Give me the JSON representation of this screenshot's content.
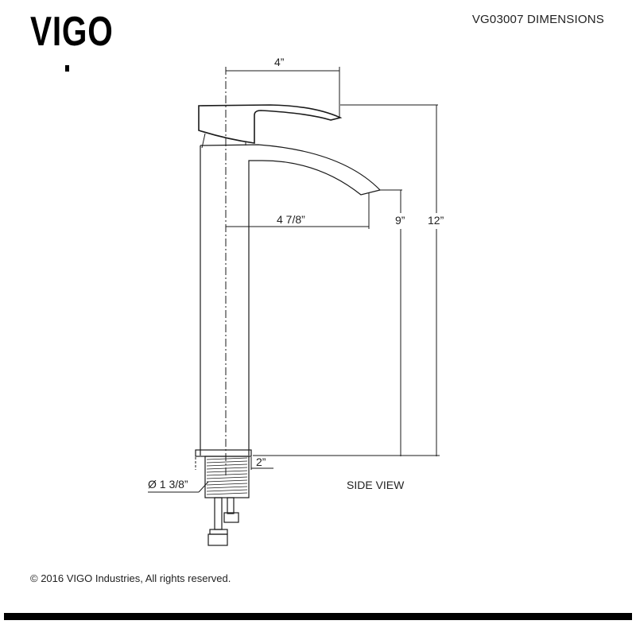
{
  "header": {
    "brand_logo": "VIGO",
    "title": "VG03007 DIMENSIONS"
  },
  "drawing": {
    "view_label": "SIDE VIEW",
    "dimensions": {
      "handle_length": "4”",
      "spout_reach": "4 7/8”",
      "spout_height": "9”",
      "overall_height": "12”",
      "base_height": "2”",
      "shank_diameter": "Ø 1 3/8”"
    }
  },
  "footer": {
    "copyright": "© 2016 VIGO Industries, All rights reserved."
  },
  "colors": {
    "line": "#1a1a1a",
    "bar": "#000000",
    "background": "#ffffff"
  }
}
